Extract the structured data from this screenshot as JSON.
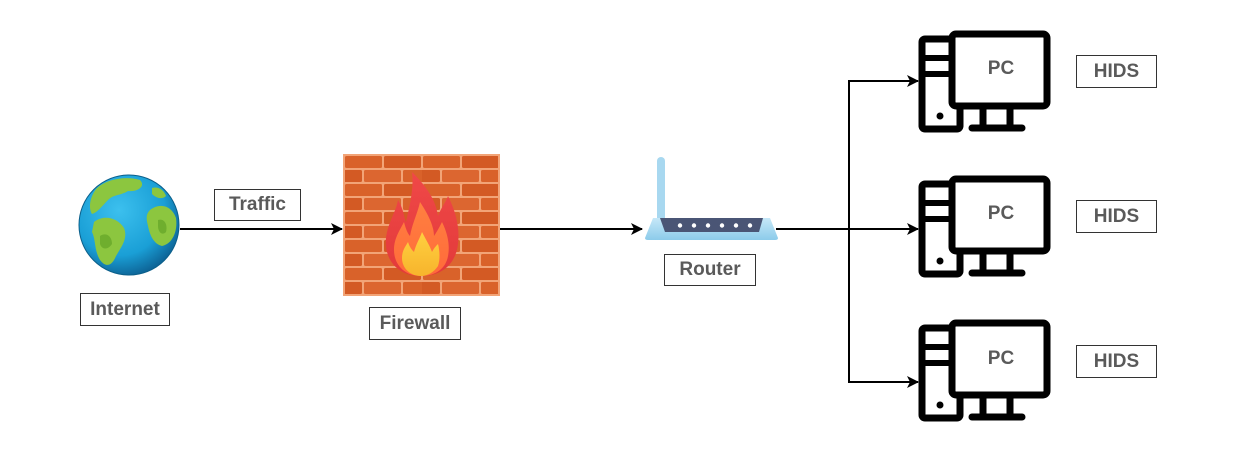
{
  "diagram": {
    "title": "Network with firewall and host-based intrusion detection",
    "nodes": {
      "internet": {
        "label": "Internet",
        "icon": "globe-icon"
      },
      "firewall": {
        "label": "Firewall",
        "icon": "firewall-icon"
      },
      "router": {
        "label": "Router",
        "icon": "router-icon"
      },
      "pcs": [
        {
          "label": "PC",
          "agent_label": "HIDS",
          "icon": "desktop-computer-icon"
        },
        {
          "label": "PC",
          "agent_label": "HIDS",
          "icon": "desktop-computer-icon"
        },
        {
          "label": "PC",
          "agent_label": "HIDS",
          "icon": "desktop-computer-icon"
        }
      ]
    },
    "edges": [
      {
        "from": "Internet",
        "to": "Firewall",
        "label": "Traffic"
      },
      {
        "from": "Firewall",
        "to": "Router",
        "label": ""
      },
      {
        "from": "Router",
        "to": "PC 1",
        "label": ""
      },
      {
        "from": "Router",
        "to": "PC 2",
        "label": ""
      },
      {
        "from": "Router",
        "to": "PC 3",
        "label": ""
      }
    ],
    "colors": {
      "connector": "#000000",
      "label_text": "#5a5a5a",
      "label_border": "#333333",
      "brick": "#d9622a",
      "mortar": "#f2a477",
      "ocean": "#1aa3d9",
      "land": "#8cc63f",
      "router_body": "#a8d8f0",
      "router_panel": "#4a5575"
    }
  }
}
